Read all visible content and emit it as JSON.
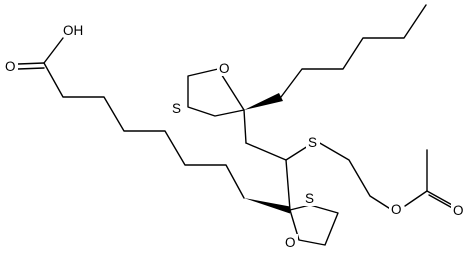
{
  "molecule": {
    "atom_labels": {
      "carboxyl_oh": "OH",
      "carboxyl_o": "O",
      "upper_ring_o": "O",
      "upper_ring_s": "S",
      "thioether_s": "S",
      "lower_ring_s": "S",
      "lower_ring_o": "O",
      "ester_o": "O",
      "acetyl_o": "O"
    },
    "colors": {
      "bond": "#000000",
      "label": "#000000",
      "background": "#ffffff"
    }
  }
}
